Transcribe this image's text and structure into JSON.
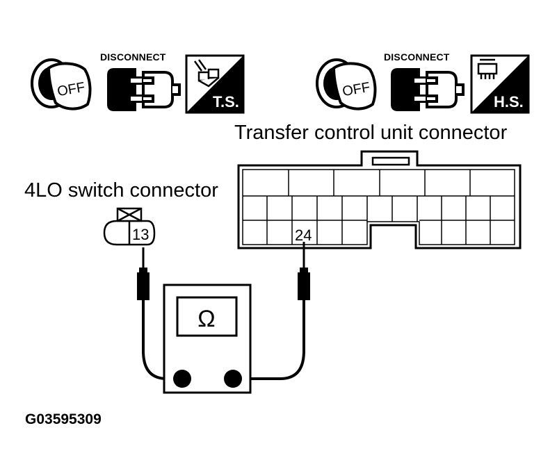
{
  "left_icons": {
    "key_text": "OFF",
    "disconnect_label": "DISCONNECT",
    "badge_text": "T.S."
  },
  "right_icons": {
    "key_text": "OFF",
    "disconnect_label": "DISCONNECT",
    "badge_text": "H.S."
  },
  "transfer_connector": {
    "title": "Transfer control unit connector",
    "pin_label": "24"
  },
  "switch_connector": {
    "title": "4LO switch connector",
    "pin_label": "13"
  },
  "meter": {
    "symbol": "Ω"
  },
  "figure_code": "G03595309"
}
